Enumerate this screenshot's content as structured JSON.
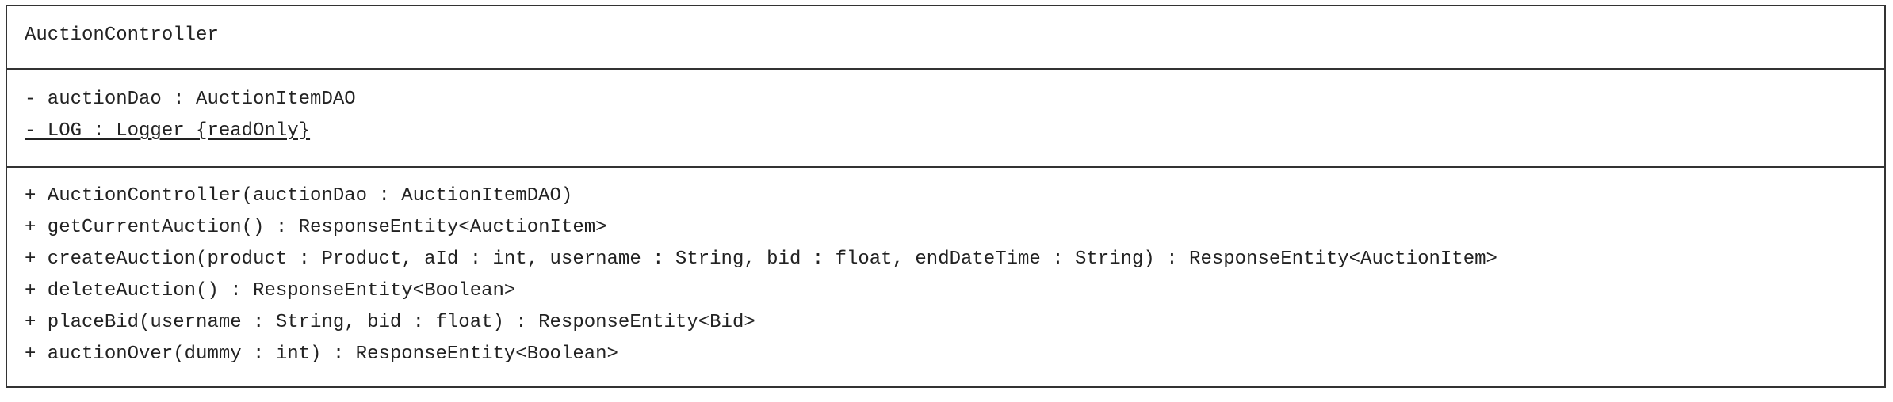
{
  "class_box": {
    "name": "AuctionController",
    "attributes": [
      {
        "text": "- auctionDao : AuctionItemDAO",
        "static": false
      },
      {
        "text": "- LOG : Logger {readOnly}",
        "static": true
      }
    ],
    "operations": [
      {
        "text": "+ AuctionController(auctionDao : AuctionItemDAO)"
      },
      {
        "text": "+ getCurrentAuction() : ResponseEntity<AuctionItem>"
      },
      {
        "text": "+ createAuction(product : Product, aId : int, username : String, bid : float, endDateTime : String) : ResponseEntity<AuctionItem>"
      },
      {
        "text": "+ deleteAuction() : ResponseEntity<Boolean>"
      },
      {
        "text": "+ placeBid(username : String, bid : float) : ResponseEntity<Bid>"
      },
      {
        "text": "+ auctionOver(dummy : int) : ResponseEntity<Boolean>"
      }
    ]
  }
}
